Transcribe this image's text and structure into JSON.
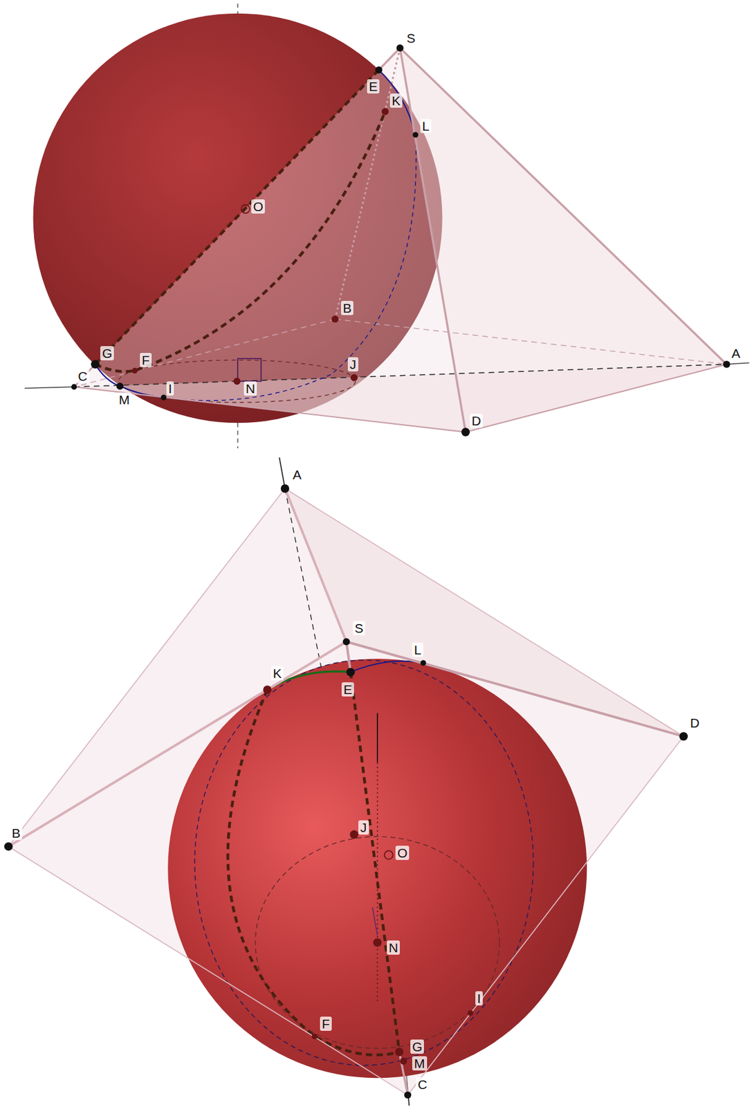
{
  "diagram": {
    "labels": [
      "S",
      "E",
      "K",
      "L",
      "O",
      "B",
      "G",
      "F",
      "C",
      "M",
      "I",
      "N",
      "J",
      "A",
      "D",
      "A",
      "S",
      "L",
      "K",
      "E",
      "D",
      "B",
      "J",
      "O",
      "N",
      "F",
      "I",
      "G",
      "M",
      "C"
    ]
  }
}
